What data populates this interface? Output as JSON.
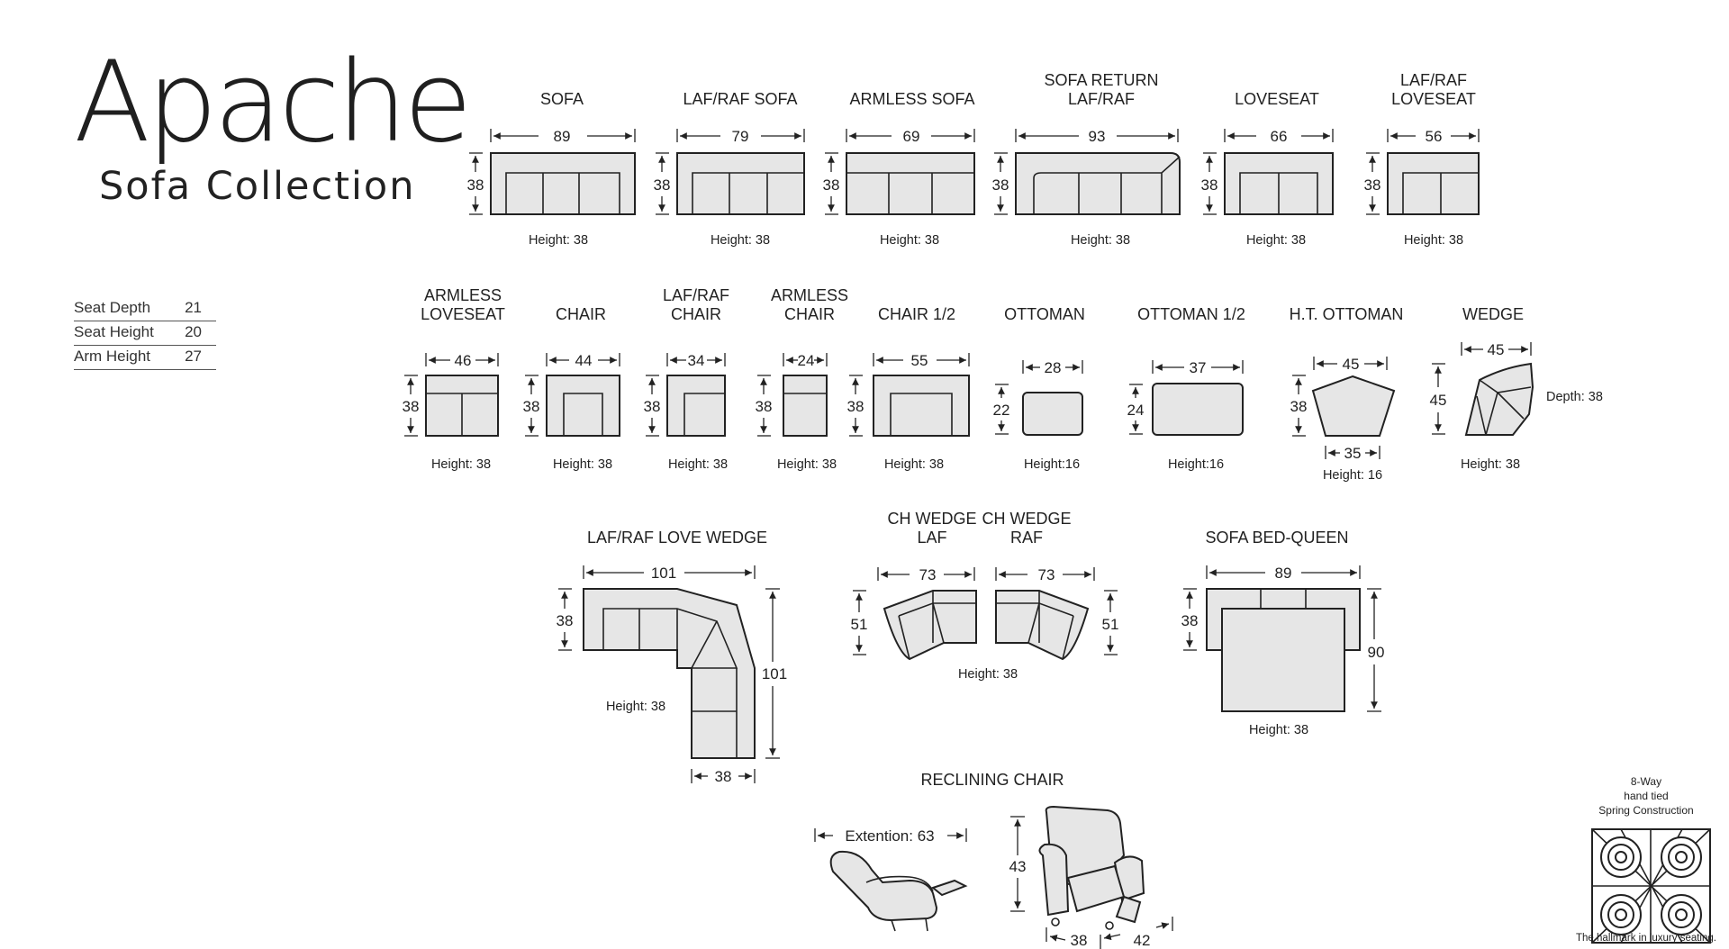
{
  "brand": {
    "title": "Apache",
    "subtitle": "Sofa Collection"
  },
  "specs": [
    {
      "label": "Seat Depth",
      "value": "21"
    },
    {
      "label": "Seat Height",
      "value": "20"
    },
    {
      "label": "Arm Height",
      "value": "27"
    }
  ],
  "items": {
    "sofa": {
      "title": "SOFA",
      "width": "89",
      "depth": "38",
      "height": "Height: 38"
    },
    "laf_raf_sofa": {
      "title": "LAF/RAF  SOFA",
      "width": "79",
      "depth": "38",
      "height": "Height: 38"
    },
    "armless_sofa": {
      "title": "ARMLESS  SOFA",
      "width": "69",
      "depth": "38",
      "height": "Height: 38"
    },
    "sofa_return": {
      "title_line1": "SOFA RETURN",
      "title_line2": "LAF/RAF",
      "width": "93",
      "depth": "38",
      "height": "Height: 38"
    },
    "loveseat": {
      "title": "LOVESEAT",
      "width": "66",
      "depth": "38",
      "height": "Height: 38"
    },
    "laf_raf_loveseat": {
      "title_line1": "LAF/RAF",
      "title_line2": "LOVESEAT",
      "width": "56",
      "depth": "38",
      "height": "Height: 38"
    },
    "armless_loveseat": {
      "title_line1": "ARMLESS",
      "title_line2": "LOVESEAT",
      "width": "46",
      "depth": "38",
      "height": "Height: 38"
    },
    "chair": {
      "title": "CHAIR",
      "width": "44",
      "depth": "38",
      "height": "Height: 38"
    },
    "laf_raf_chair": {
      "title_line1": "LAF/RAF",
      "title_line2": "CHAIR",
      "width": "34",
      "depth": "38",
      "height": "Height: 38"
    },
    "armless_chair": {
      "title_line1": "ARMLESS",
      "title_line2": "CHAIR",
      "width": "24",
      "depth": "38",
      "height": "Height: 38"
    },
    "chair_half": {
      "title": "CHAIR 1/2",
      "width": "55",
      "depth": "38",
      "height": "Height: 38"
    },
    "ottoman": {
      "title": "OTTOMAN",
      "width": "28",
      "depth": "22",
      "height": "Height:16"
    },
    "ottoman_half": {
      "title": "OTTOMAN 1/2",
      "width": "37",
      "depth": "24",
      "height": "Height:16"
    },
    "ht_ottoman": {
      "title": "H.T. OTTOMAN",
      "width_top": "45",
      "depth": "38",
      "width_bottom": "35",
      "height": "Height: 16"
    },
    "wedge": {
      "title": "WEDGE",
      "width": "45",
      "depth": "45",
      "side": "Depth: 38",
      "height": "Height: 38"
    },
    "love_wedge": {
      "title": "LAF/RAF LOVE WEDGE",
      "width": "101",
      "depth": "38",
      "side": "101",
      "bottom": "38",
      "height": "Height: 38"
    },
    "ch_wedge_laf": {
      "title_line1": "CH WEDGE",
      "title_line2": "LAF",
      "width": "73",
      "depth": "51"
    },
    "ch_wedge_raf": {
      "title_line1": "CH WEDGE",
      "title_line2": "RAF",
      "width": "73",
      "depth": "51"
    },
    "ch_wedge_height": "Height: 38",
    "sofa_bed": {
      "title": "SOFA BED-QUEEN",
      "width": "89",
      "depth": "38",
      "open_depth": "90",
      "height": "Height: 38"
    },
    "recliner": {
      "title": "RECLINING CHAIR",
      "extension": "Extention: 63",
      "height_dim": "43",
      "depth_dim": "38",
      "leg_dim": "42"
    }
  },
  "spring": {
    "line1": "8-Way",
    "line2": "hand tied",
    "line3": "Spring Construction",
    "tagline": "The hallmark in luxury seating."
  }
}
